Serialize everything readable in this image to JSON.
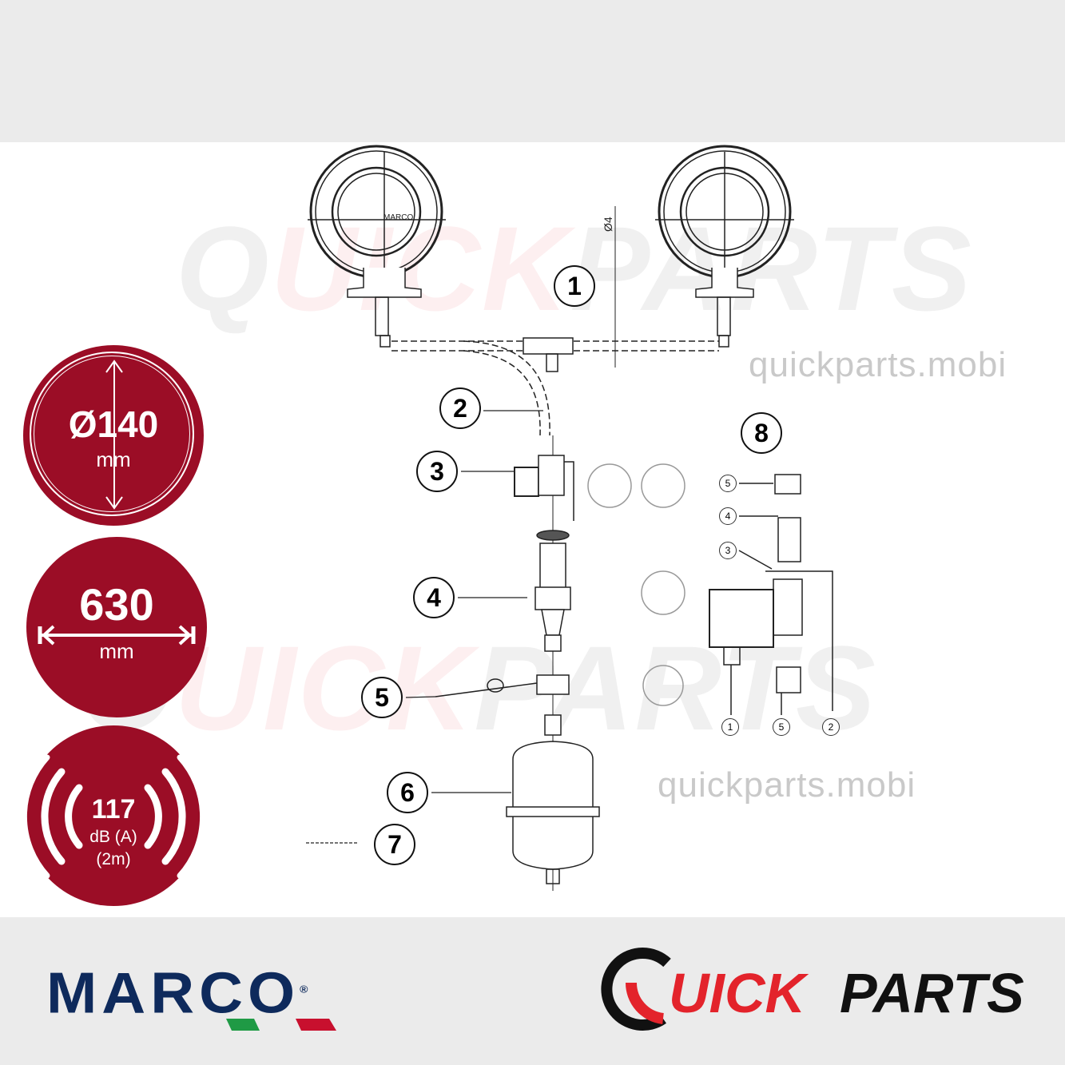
{
  "badges": {
    "diameter": {
      "value": "Ø140",
      "unit": "mm"
    },
    "length": {
      "value": "630",
      "unit": "mm"
    },
    "sound": {
      "value": "117",
      "unit": "dB (A)",
      "distance": "(2m)"
    }
  },
  "diagram": {
    "callouts": [
      "1",
      "2",
      "3",
      "4",
      "5",
      "6",
      "7",
      "8"
    ],
    "inset_callouts": {
      "top": [
        "5",
        "4",
        "3"
      ],
      "bottom": [
        "1",
        "5",
        "2"
      ]
    },
    "dimension_label": "Ø4",
    "horn_label": "MARCO"
  },
  "watermark": {
    "brand_a": "Q",
    "brand_b": "UICK",
    "brand_c": "PARTS",
    "url": "quickparts.mobi"
  },
  "logos": {
    "marco": "MARCO",
    "marco_reg": "®",
    "quickparts_a": "UICK",
    "quickparts_b": "PARTS"
  },
  "colors": {
    "badge": "#9b0d26",
    "marco_blue": "#0e2a5c",
    "quickparts_red": "#e3232b",
    "italy_green": "#1f9a45",
    "italy_red": "#c8102e"
  }
}
